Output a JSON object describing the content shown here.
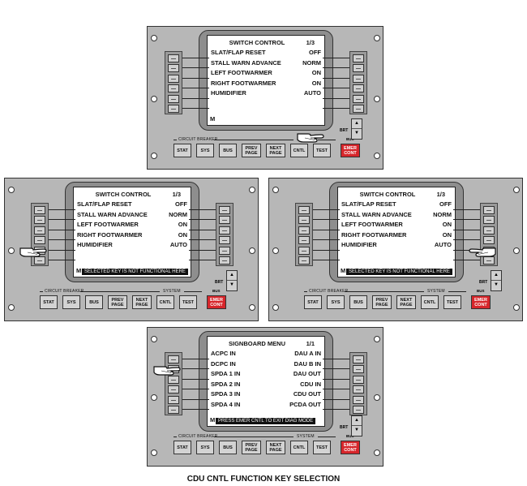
{
  "caption": "CDU CNTL FUNCTION KEY SELECTION",
  "common": {
    "circuit_breaker_label": "CIRCUIT BREAKER",
    "system_label": "SYSTEM",
    "bus_label": "BUS",
    "brt_label": "BRT",
    "brt_up": "▲",
    "brt_down": "▼",
    "keys": [
      "STAT",
      "SYS",
      "BUS",
      "PREV PAGE",
      "NEXT PAGE",
      "CNTL",
      "TEST",
      "EMER CONT"
    ]
  },
  "screens": {
    "top": {
      "title": "SWITCH CONTROL",
      "page": "1/3",
      "rows": [
        {
          "left": "SLAT/FLAP RESET",
          "right": "OFF"
        },
        {
          "left": "STALL WARN ADVANCE",
          "right": "NORM"
        },
        {
          "left": "LEFT FOOTWARMER",
          "right": "ON"
        },
        {
          "left": "RIGHT FOOTWARMER",
          "right": "ON"
        },
        {
          "left": "HUMIDIFIER",
          "right": "AUTO"
        }
      ],
      "m": "M",
      "message": ""
    },
    "mid_left": {
      "title": "SWITCH CONTROL",
      "page": "1/3",
      "rows": [
        {
          "left": "SLAT/FLAP RESET",
          "right": "OFF"
        },
        {
          "left": "STALL WARN ADVANCE",
          "right": "NORM"
        },
        {
          "left": "LEFT FOOTWARMER",
          "right": "ON"
        },
        {
          "left": "RIGHT FOOTWARMER",
          "right": "ON"
        },
        {
          "left": "HUMIDIFIER",
          "right": "AUTO"
        }
      ],
      "m": "M",
      "message": "SELECTED KEY IS NOT FUNCTIONAL HERE"
    },
    "mid_right": {
      "title": "SWITCH CONTROL",
      "page": "1/3",
      "rows": [
        {
          "left": "SLAT/FLAP RESET",
          "right": "OFF"
        },
        {
          "left": "STALL WARN ADVANCE",
          "right": "NORM"
        },
        {
          "left": "LEFT FOOTWARMER",
          "right": "ON"
        },
        {
          "left": "RIGHT FOOTWARMER",
          "right": "ON"
        },
        {
          "left": "HUMIDIFIER",
          "right": "AUTO"
        }
      ],
      "m": "M",
      "message": "SELECTED KEY IS NOT FUNCTIONAL HERE"
    },
    "bottom": {
      "title": "SIGNBOARD MENU",
      "page": "1/1",
      "rows": [
        {
          "left": "ACPC IN",
          "right": "DAU A IN"
        },
        {
          "left": "DCPC IN",
          "right": "DAU B IN"
        },
        {
          "left": "SPDA 1 IN",
          "right": "DAU OUT"
        },
        {
          "left": "SPDA 2 IN",
          "right": "CDU IN"
        },
        {
          "left": "SPDA 3 IN",
          "right": "CDU OUT"
        },
        {
          "left": "SPDA 4 IN",
          "right": "PCDA OUT"
        }
      ],
      "m": "M",
      "message": "PRESS EMER CNTL TO EXIT DIAG MODE"
    }
  }
}
